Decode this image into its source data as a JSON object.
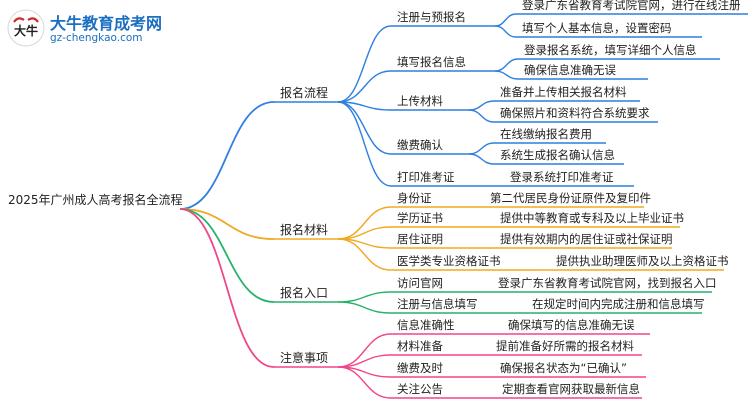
{
  "logo": {
    "title": "大牛教育成考网",
    "url": "gz-chengkao.com",
    "mark_text": "大牛"
  },
  "colors": {
    "blue": "#2f7fe0",
    "orange": "#f0a820",
    "green": "#27b26a",
    "pink": "#f0468a",
    "logo": "#1a6fc2"
  },
  "mindmap": {
    "root": "2025年广州成人高考报名全流程",
    "branches": [
      {
        "label": "报名流程",
        "color": "blue",
        "children": [
          {
            "label": "注册与预报名",
            "leaves": [
              "登录广东省教育考试院官网，进行在线注册",
              "填写个人基本信息，设置密码"
            ]
          },
          {
            "label": "填写报名信息",
            "leaves": [
              "登录报名系统，填写详细个人信息",
              "确保信息准确无误"
            ]
          },
          {
            "label": "上传材料",
            "leaves": [
              "准备并上传相关报名材料",
              "确保照片和资料符合系统要求"
            ]
          },
          {
            "label": "缴费确认",
            "leaves": [
              "在线缴纳报名费用",
              "系统生成报名确认信息"
            ]
          },
          {
            "label": "打印准考证",
            "leaves": [
              "登录系统打印准考证"
            ]
          }
        ]
      },
      {
        "label": "报名材料",
        "color": "orange",
        "children": [
          {
            "label": "身份证",
            "leaves": [
              "第二代居民身份证原件及复印件"
            ]
          },
          {
            "label": "学历证书",
            "leaves": [
              "提供中等教育或专科及以上毕业证书"
            ]
          },
          {
            "label": "居住证明",
            "leaves": [
              "提供有效期内的居住证或社保证明"
            ]
          },
          {
            "label": "医学类专业资格证书",
            "leaves": [
              "提供执业助理医师及以上资格证书"
            ]
          }
        ]
      },
      {
        "label": "报名入口",
        "color": "green",
        "children": [
          {
            "label": "访问官网",
            "leaves": [
              "登录广东省教育考试院官网，找到报名入口"
            ]
          },
          {
            "label": "注册与信息填写",
            "leaves": [
              "在规定时间内完成注册和信息填写"
            ]
          }
        ]
      },
      {
        "label": "注意事项",
        "color": "pink",
        "children": [
          {
            "label": "信息准确性",
            "leaves": [
              "确保填写的信息准确无误"
            ]
          },
          {
            "label": "材料准备",
            "leaves": [
              "提前准备好所需的报名材料"
            ]
          },
          {
            "label": "缴费及时",
            "leaves": [
              "确保报名状态为“已确认”"
            ]
          },
          {
            "label": "关注公告",
            "leaves": [
              "定期查看官网获取最新信息"
            ]
          }
        ]
      }
    ]
  }
}
